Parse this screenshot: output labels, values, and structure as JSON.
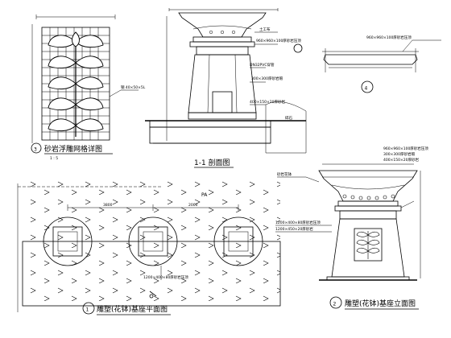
{
  "drawing": {
    "trellis_detail": {
      "title": "砂岩浮雕网格详图",
      "num": "3",
      "scale": "1 : 5",
      "material": "钢 40×50×5L"
    },
    "section": {
      "title": "1-1 剖面图",
      "num": "1",
      "labels": [
        "DN32PVC穿管",
        "300×300厚砂岩帽",
        "960×960×100厚砂岩压顶",
        "400×150×20厚砂岩",
        "土工布",
        "碎石"
      ]
    },
    "detail4": {
      "num": "4",
      "labels": [
        "960×960×100厚砂岩压顶"
      ]
    },
    "elevation": {
      "title": "雕塑(花钵)基座立面图",
      "num": "2",
      "labels": [
        "砂岩花钵",
        "960×960×100厚砂岩压顶",
        "300×300厚砂岩帽",
        "400×150×20厚砂岩",
        "1200×400×80厚砂岩压顶",
        "1200×450×20厚砂岩"
      ]
    },
    "plan": {
      "title": "雕塑(花钵)基座平面图",
      "num": "1",
      "labels": [
        "PA",
        "1200×400×80厚砂岩压顶",
        "3800",
        "2000"
      ]
    }
  }
}
